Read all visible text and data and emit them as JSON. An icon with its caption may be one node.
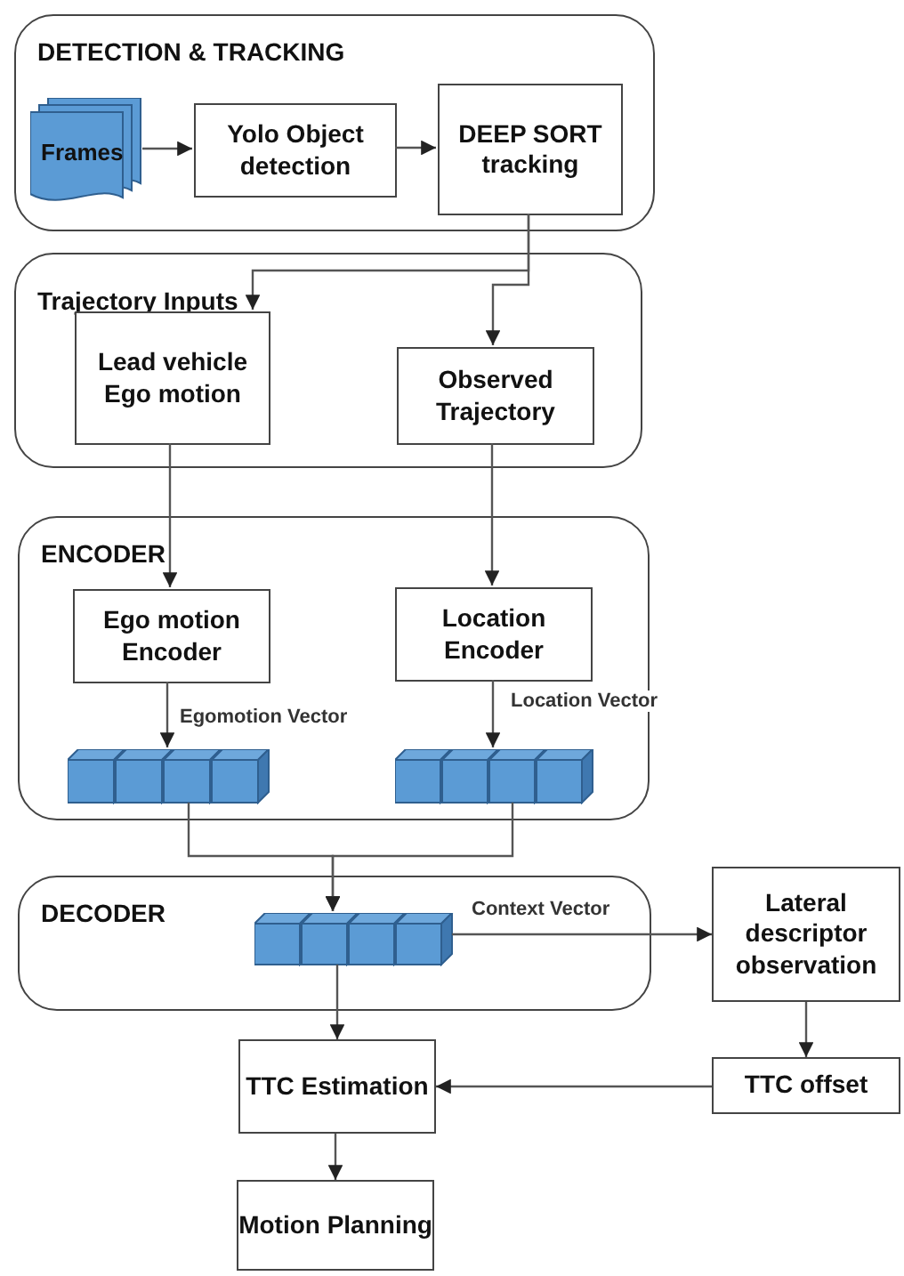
{
  "diagram": {
    "nodes": [
      {
        "text": [
          "DETECTION & TRACKING"
        ]
      },
      {
        "text": [
          "Frames"
        ],
        "in": 0
      },
      {
        "text": [
          "Yolo Object detection"
        ],
        "in": 0
      },
      {
        "text": [
          "DEEP SORT tracking"
        ],
        "in": 0
      },
      {
        "text": [
          "Trajectory Inputs"
        ]
      },
      {
        "text": [
          "Lead vehicle Ego motion"
        ],
        "in": 4
      },
      {
        "text": [
          "Observed Trajectory"
        ],
        "in": 4
      },
      {
        "text": [
          "ENCODER"
        ]
      },
      {
        "text": [
          "Ego motion Encoder"
        ],
        "in": 7
      },
      {
        "text": [
          "Location Encoder"
        ],
        "in": 7
      },
      {
        "text": [],
        "shape": "cube",
        "in": 7
      },
      {
        "text": [],
        "shape": "cube",
        "in": 7
      },
      {
        "text": [
          "DECODER"
        ]
      },
      {
        "text": [],
        "shape": "cube",
        "in": 12
      },
      {
        "text": [
          "Lateral descriptor observation"
        ]
      },
      {
        "text": [
          "TTC offset"
        ]
      },
      {
        "text": [
          "TTC Estimation"
        ]
      },
      {
        "text": [
          "Motion Planning"
        ]
      }
    ],
    "edges": [
      {
        "from": 1,
        "to": 2,
        "arrow": "to"
      },
      {
        "from": 2,
        "to": 3,
        "arrow": "to"
      },
      {
        "from": 3,
        "to": 5,
        "arrow": "to"
      },
      {
        "from": 3,
        "to": 6,
        "arrow": "to"
      },
      {
        "from": 5,
        "to": 8,
        "arrow": "to"
      },
      {
        "from": 6,
        "to": 9,
        "arrow": "to"
      },
      {
        "from": 8,
        "to": 10,
        "arrow": "to",
        "label": "Egomotion Vector"
      },
      {
        "from": 9,
        "to": 11,
        "arrow": "to",
        "label": "Location Vector"
      },
      {
        "from": 10,
        "to": 13,
        "arrow": "to"
      },
      {
        "from": 11,
        "to": 13,
        "arrow": "to"
      },
      {
        "from": 13,
        "to": 14,
        "arrow": "to",
        "label": "Context Vector"
      },
      {
        "from": 14,
        "to": 15,
        "arrow": "to"
      },
      {
        "from": 15,
        "to": 16,
        "arrow": "to"
      },
      {
        "from": 13,
        "to": 16,
        "arrow": "to"
      },
      {
        "from": 16,
        "to": 17,
        "arrow": "to"
      }
    ]
  }
}
